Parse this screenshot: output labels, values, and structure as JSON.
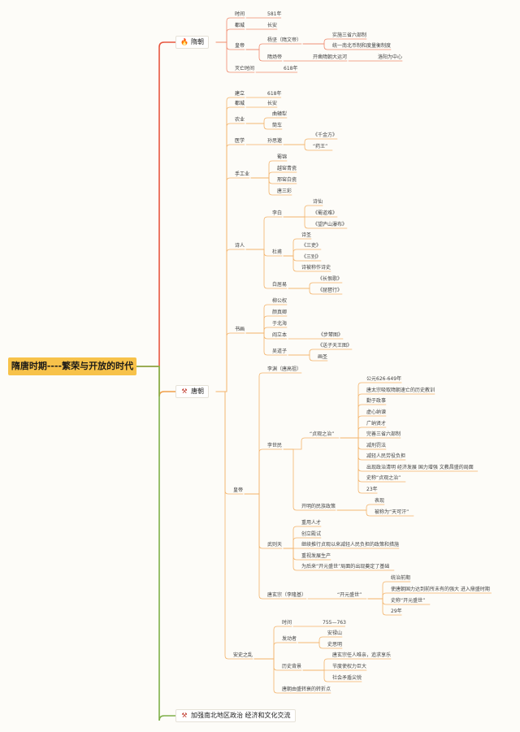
{
  "title": "隋唐时期----繁荣与开放的时代",
  "icons": {
    "sui": "fire-icon",
    "tang": "tools-icon",
    "south": "tools-icon"
  },
  "colors": {
    "root_bg": "#f7c24a",
    "sui_branch": "#e8563f",
    "tang_branch": "#f0a04b",
    "south_branch": "#7fb04a"
  },
  "sui": {
    "label": "隋朝",
    "t1": "时间",
    "t1v": "581年",
    "t2": "都城",
    "t2v": "长安",
    "t3": "皇帝",
    "yangjian": "杨坚（隋文帝）",
    "yj1": "实施三省六部制",
    "yj2": "统一南北币制和度量衡制度",
    "yangdi": "隋炀帝",
    "canal": "开凿隋朝大运河",
    "luoyang": "洛阳为中心",
    "fall": "灭亡时间",
    "fallv": "618年"
  },
  "tang": {
    "label": "唐朝",
    "t1": "建立",
    "t1v": "618年",
    "t2": "都城",
    "t2v": "长安",
    "agri": "农业",
    "agri1": "曲辕犁",
    "agri2": "筒车",
    "med": "医学",
    "sun": "孙思邈",
    "sun1": "《千金方》",
    "sun2": "“药王”",
    "craft": "手工业",
    "craft1": "蜀锦",
    "craft2": "越窑青瓷",
    "craft3": "邢窑白瓷",
    "craft4": "唐三彩",
    "poet": "诗人",
    "libai": "李白",
    "lb1": "诗仙",
    "lb2": "《蜀道难》",
    "lb3": "《望庐山瀑布》",
    "dufu": "杜甫",
    "df1": "诗圣",
    "df2": "《三吏》",
    "df3": "《三别》",
    "df4": "诗被称作诗史",
    "bai": "白居易",
    "bai1": "《长恨歌》",
    "bai2": "《琵琶行》",
    "calli": "书画",
    "c1": "柳公权",
    "c2": "颜真卿",
    "c3": "于北海",
    "c4": "阎立本",
    "c4a": "《步辇图》",
    "c5": "吴道子",
    "c5a": "《送子天王图》",
    "c5b": "画圣",
    "emp": "皇帝",
    "liyuan": "李渊（唐高祖）",
    "lsm": "李世民",
    "zg": "“贞观之治”",
    "zg1": "公元626-649年",
    "zg2": "唐太宗吸取隋朝速亡的历史教训",
    "zg3": "勤于政事",
    "zg4": "虚心纳谏",
    "zg5": "广纳贤才",
    "zg6": "完善三省六部制",
    "zg7": "减刑罚法",
    "zg8": "减轻人民劳役负担",
    "zg9": "出现政治清明 经济发展 国力增强 文教昌盛的局面",
    "zg10": "史称“贞观之治”",
    "zg11": "23年",
    "eth": "开明的民族政策",
    "eth1": "表现",
    "eth2": "被称为“天可汗”",
    "wzt": "武则天",
    "w1": "重用人才",
    "w2": "创立殿试",
    "w3": "继续推行贞观以来减轻人民负担的政策和措施",
    "w4": "重视发展生产",
    "w5": "为后来“开元盛世”局面的出现奠定了基础",
    "xz": "唐玄宗（李隆基）",
    "ky": "“开元盛世”",
    "ky1": "统治前期",
    "ky2": "使唐朝国力达到前所未有的强大 进入鼎盛时期",
    "ky3": "史称“开元盛世”",
    "ky4": "29年",
    "an": "安史之乱",
    "an_t": "时间",
    "an_tv": "755—763",
    "an_l": "发动者",
    "an_l1": "安禄山",
    "an_l2": "史思明",
    "an_b": "历史背景",
    "an_b1": "唐玄宗任人唯亲，追求享乐",
    "an_b2": "节度使权力巨大",
    "an_b3": "社会矛盾尖锐",
    "an_e": "唐朝由盛转衰的转折点"
  },
  "south": {
    "label": "加强南北地区政治 经济和文化交流"
  }
}
